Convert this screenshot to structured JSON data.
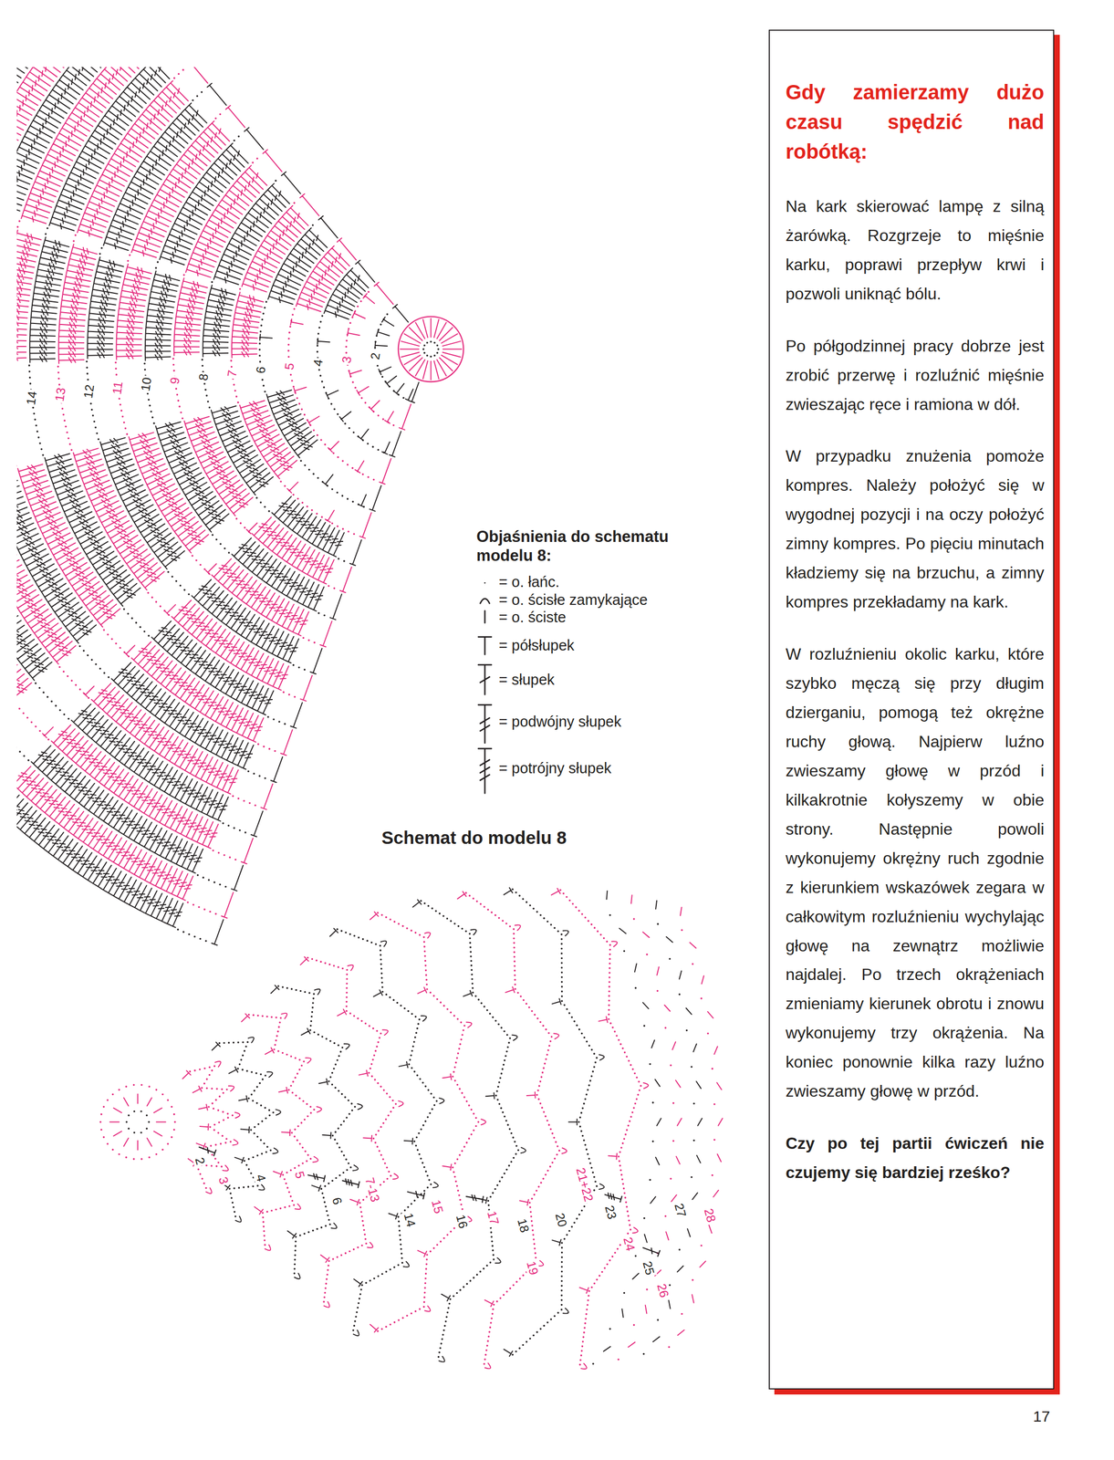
{
  "diagram": {
    "title": "Schemat do modelu 8",
    "nodes": [
      {
        "text": [
          "Gdy zamierzamy dużo czasu spędzić nad robótką:",
          "Na kark skierować lampę z silną żarówką. Rozgrzeje to mięśnie karku, poprawi przepływ krwi i pozwoli uniknąć bólu.",
          "Po półgodzinnej pracy dobrze jest zrobić przerwę i rozluźnić mięśnie zwieszając ręce i ramiona w dół.",
          "W przypadku znużenia pomoże kompres. Należy położyć się w wygodnej pozycji i na oczy położyć zimny kompres. Po pięciu minutach kładziemy się na brzuchu, a zimny kompres przekładamy na kark.",
          "W rozluźnieniu okolic karku, które szybko męczą się przy długim dzierganiu, pomogą też okrężne ruchy głową. Najpierw luźno zwieszamy głowę w przód i kilkakrotnie kołyszemy w obie strony. Następnie powoli wykonujemy okrężny ruch zgodnie z kierunkiem wskazówek zegara w całkowitym rozluźnieniu wychylając głowę na zewnątrz możliwie najdalej. Po trzech okrążeniach zmieniamy kierunek obrotu i znowu wykonujemy trzy okrążenia. Na koniec ponownie kilka razy luźno zwieszamy głowę w przód.",
          "Czy po tej partii ćwiczeń nie czujemy się bardziej rześko?"
        ]
      }
    ],
    "labels": [
      "Objaśnienia do schematu modelu 8:",
      "2",
      "3",
      "4",
      "5",
      "6",
      "7",
      "8",
      "9",
      "10",
      "11",
      "12",
      "13",
      "14",
      "2",
      "3",
      "4",
      "5",
      "6",
      "7-13",
      "14",
      "15",
      "16",
      "17",
      "18",
      "19",
      "20",
      "21+22",
      "23",
      "24",
      "25",
      "26",
      "27",
      "28",
      "17"
    ],
    "legend": [
      {
        "text": "= o. łańc."
      },
      {
        "text": "= o. ścisłe zamykające"
      },
      {
        "text": "= o. ściste"
      },
      {
        "text": "= półsłupek"
      },
      {
        "text": "= słupek"
      },
      {
        "text": "= podwójny słupek"
      },
      {
        "text": "= potrójny słupek"
      }
    ]
  }
}
